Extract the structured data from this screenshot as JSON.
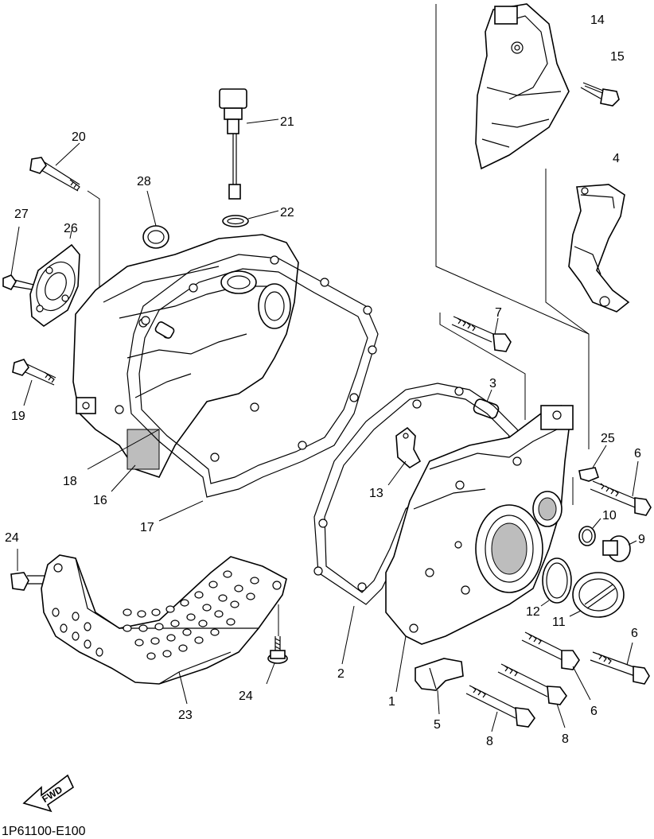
{
  "diagram": {
    "code": "1P61100-E100",
    "fwd_label": "FWD",
    "callouts": {
      "c1": "1",
      "c2": "2",
      "c3": "3",
      "c4": "4",
      "c5": "5",
      "c6a": "6",
      "c6b": "6",
      "c6c": "6",
      "c7": "7",
      "c8a": "8",
      "c8b": "8",
      "c9": "9",
      "c10": "10",
      "c11": "11",
      "c12": "12",
      "c13": "13",
      "c14": "14",
      "c15": "15",
      "c16": "16",
      "c17": "17",
      "c18": "18",
      "c19": "19",
      "c20": "20",
      "c21": "21",
      "c22": "22",
      "c23": "23",
      "c24a": "24",
      "c24b": "24",
      "c25": "25",
      "c26": "26",
      "c27": "27",
      "c28": "28"
    }
  }
}
